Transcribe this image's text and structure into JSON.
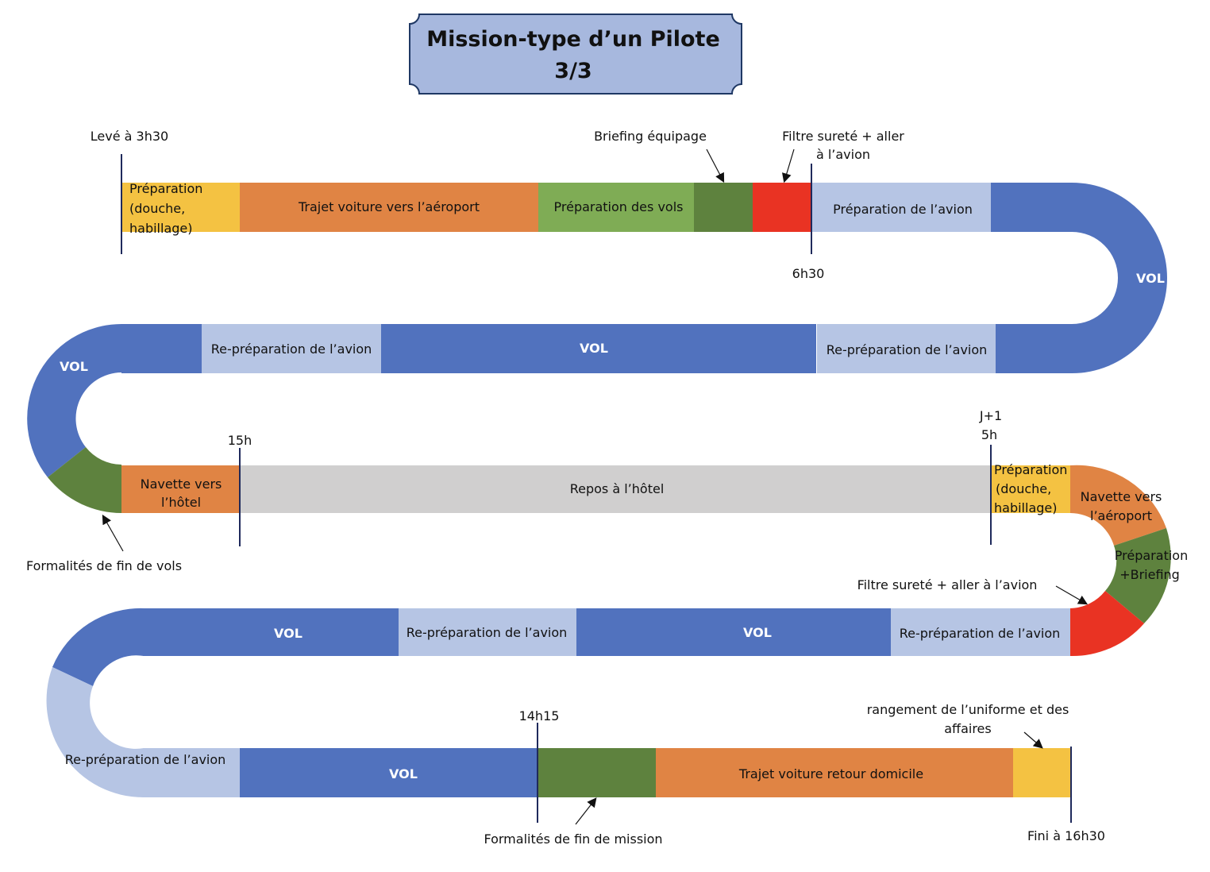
{
  "title": {
    "line1": "Mission-type d’un Pilote",
    "line2": "3/3"
  },
  "colors": {
    "yellow": "#f4c242",
    "orange": "#e08444",
    "light_green": "#7fac55",
    "dark_green": "#5e823e",
    "red": "#e93323",
    "light_blue": "#b6c5e4",
    "blue": "#5172be",
    "gray": "#d0cfcf",
    "title_fill": "#a7b8de"
  },
  "markers": {
    "wake": "Levé à 3h30",
    "t630": "6h30",
    "t15": "15h",
    "j1a": "J+1",
    "j1b": "5h",
    "t1415": "14h15",
    "end": "Fini à 16h30"
  },
  "annotations": {
    "briefing": "Briefing équipage",
    "filtre1a": "Filtre sureté + aller",
    "filtre1b": "à l’avion",
    "formalites_vols": "Formalités de fin de vols",
    "filtre2": "Filtre sureté + aller à l’avion",
    "rangement_a": "rangement de l’uniforme et des",
    "rangement_b": "affaires",
    "formalites_mission": "Formalités de fin de mission"
  },
  "row1": {
    "prep_a": "Préparation",
    "prep_b": "(douche,",
    "prep_c": "habillage)",
    "trajet": "Trajet voiture vers l’aéroport",
    "prep_vols": "Préparation des vols",
    "prep_avion": "Préparation de l’avion",
    "vol_curve": "VOL"
  },
  "row2": {
    "reprep1": "Re-préparation de l’avion",
    "vol": "VOL",
    "reprep2": "Re-préparation de l’avion",
    "vol_curve": "VOL"
  },
  "row3": {
    "navette_a": "Navette vers",
    "navette_b": "l’hôtel",
    "repos": "Repos à l’hôtel",
    "prep_a": "Préparation",
    "prep_b": "(douche,",
    "prep_c": "habillage)",
    "navette2_a": "Navette vers",
    "navette2_b": "l’aéroport",
    "prepbrief_a": "Préparation",
    "prepbrief_b": "+Briefing"
  },
  "row4": {
    "vol1": "VOL",
    "reprep1": "Re-préparation de l’avion",
    "vol2": "VOL",
    "reprep2": "Re-préparation de l’avion"
  },
  "row5": {
    "reprep": "Re-préparation de l’avion",
    "vol": "VOL",
    "trajet": "Trajet voiture retour domicile"
  }
}
